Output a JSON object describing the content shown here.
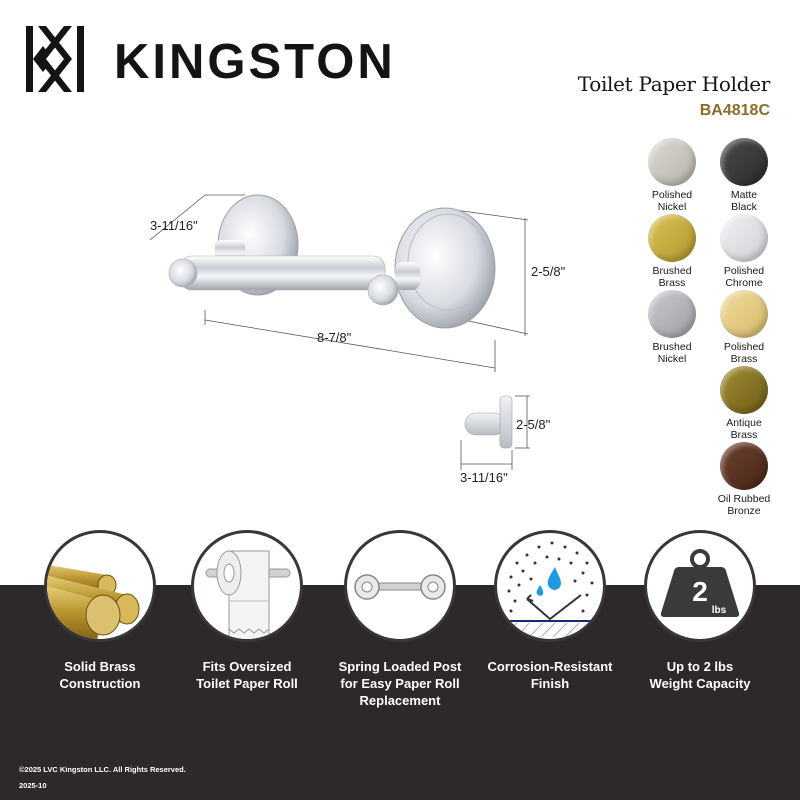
{
  "brand": {
    "name": "KINGSTON",
    "logo_icon": "kingston-monogram-icon"
  },
  "product": {
    "title": "Toilet Paper Holder",
    "sku": "BA4818C"
  },
  "colors": {
    "sku_gold": "#8a6d2a",
    "band_dark": "#2d2829",
    "circle_border": "#3a3536",
    "water_blue": "#1e9be0",
    "finish_base_navy": "#1a2a6c"
  },
  "finishes": [
    {
      "name_line1": "Polished",
      "name_line2": "Nickel",
      "color": "#c9c6bf"
    },
    {
      "name_line1": "Matte",
      "name_line2": "Black",
      "color": "#3a3b3d"
    },
    {
      "name_line1": "Brushed",
      "name_line2": "Brass",
      "color": "#c9ac3c"
    },
    {
      "name_line1": "Polished",
      "name_line2": "Chrome",
      "color": "#e4e5e8"
    },
    {
      "name_line1": "Brushed",
      "name_line2": "Nickel",
      "color": "#b4b5b9"
    },
    {
      "name_line1": "Polished",
      "name_line2": "Brass",
      "color": "#e6cd86"
    },
    {
      "name_line1": "Antique",
      "name_line2": "Brass",
      "color": "#8f7b26"
    },
    {
      "name_line1": "Oil Rubbed",
      "name_line2": "Bronze",
      "color": "#5a3424"
    }
  ],
  "dimensions": {
    "depth": "3-11/16\"",
    "height": "2-5/8\"",
    "width": "8-7/8\"",
    "side_height": "2-5/8\"",
    "side_depth": "3-11/16\""
  },
  "features": [
    {
      "icon": "brass-rods-icon",
      "line1": "Solid Brass",
      "line2": "Construction",
      "line3": ""
    },
    {
      "icon": "toilet-paper-roll-icon",
      "line1": "Fits Oversized",
      "line2": "Toilet Paper Roll",
      "line3": ""
    },
    {
      "icon": "spring-loaded-post-icon",
      "line1": "Spring Loaded Post",
      "line2": "for Easy Paper Roll",
      "line3": "Replacement"
    },
    {
      "icon": "corrosion-resistant-icon",
      "line1": "Corrosion-Resistant",
      "line2": "Finish",
      "line3": ""
    },
    {
      "icon": "weight-icon",
      "line1": "Up to 2 lbs",
      "line2": "Weight Capacity",
      "line3": "",
      "weight_value": "2",
      "weight_unit": "lbs"
    }
  ],
  "footer": {
    "copyright": "©2025 LVC Kingston LLC. All Rights Reserved.",
    "date_code": "2025-10"
  }
}
